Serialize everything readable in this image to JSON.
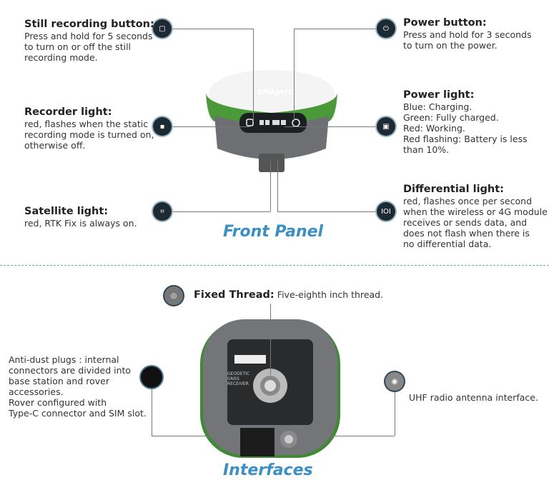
{
  "front": {
    "section_title": "Front Panel",
    "brand": "SMAJAYU",
    "callouts": [
      {
        "title": "Still recording button:",
        "lines": [
          "Press and hold for 5 seconds",
          "to turn on or off the still",
          "recording mode."
        ],
        "icon": "square-icon"
      },
      {
        "title": "Recorder light:",
        "lines": [
          "red, flashes when the static",
          "recording mode is turned on,",
          "otherwise off."
        ],
        "icon": "recorder-icon"
      },
      {
        "title": "Satellite light:",
        "lines": [
          "red, RTK Fix is always on."
        ],
        "icon": "satellite-icon"
      },
      {
        "title": "Power button:",
        "lines": [
          "Press and hold for 3 seconds",
          "to turn on the power."
        ],
        "icon": "power-icon"
      },
      {
        "title": "Power light:",
        "lines": [
          "Blue: Charging.",
          "Green: Fully charged.",
          "Red: Working.",
          "Red flashing: Battery is less",
          "than 10%."
        ],
        "icon": "battery-icon"
      },
      {
        "title": "Differential light:",
        "lines": [
          "red, flashes once per second",
          "when the wireless or 4G module",
          "receives or sends data, and",
          "does not flash when there is",
          "no differential data."
        ],
        "icon": "differential-icon"
      }
    ]
  },
  "interfaces": {
    "section_title": "Interfaces",
    "fixed_thread_title": "Fixed Thread:",
    "fixed_thread_text": "Five-eighth inch thread.",
    "anti_dust_lines": [
      "Anti-dust plugs : internal",
      "connectors are divided into",
      "base station and rover",
      "accessories.",
      "Rover configured with",
      "Type-C connector and SIM slot."
    ],
    "uhf_text": "UHF radio antenna interface.",
    "device_label": "GEODETIC GNSS RECEIVER"
  },
  "colors": {
    "accent_blue": "#3a8fc7",
    "device_green": "#4a9a3a",
    "divider": "#5aaeb4"
  }
}
